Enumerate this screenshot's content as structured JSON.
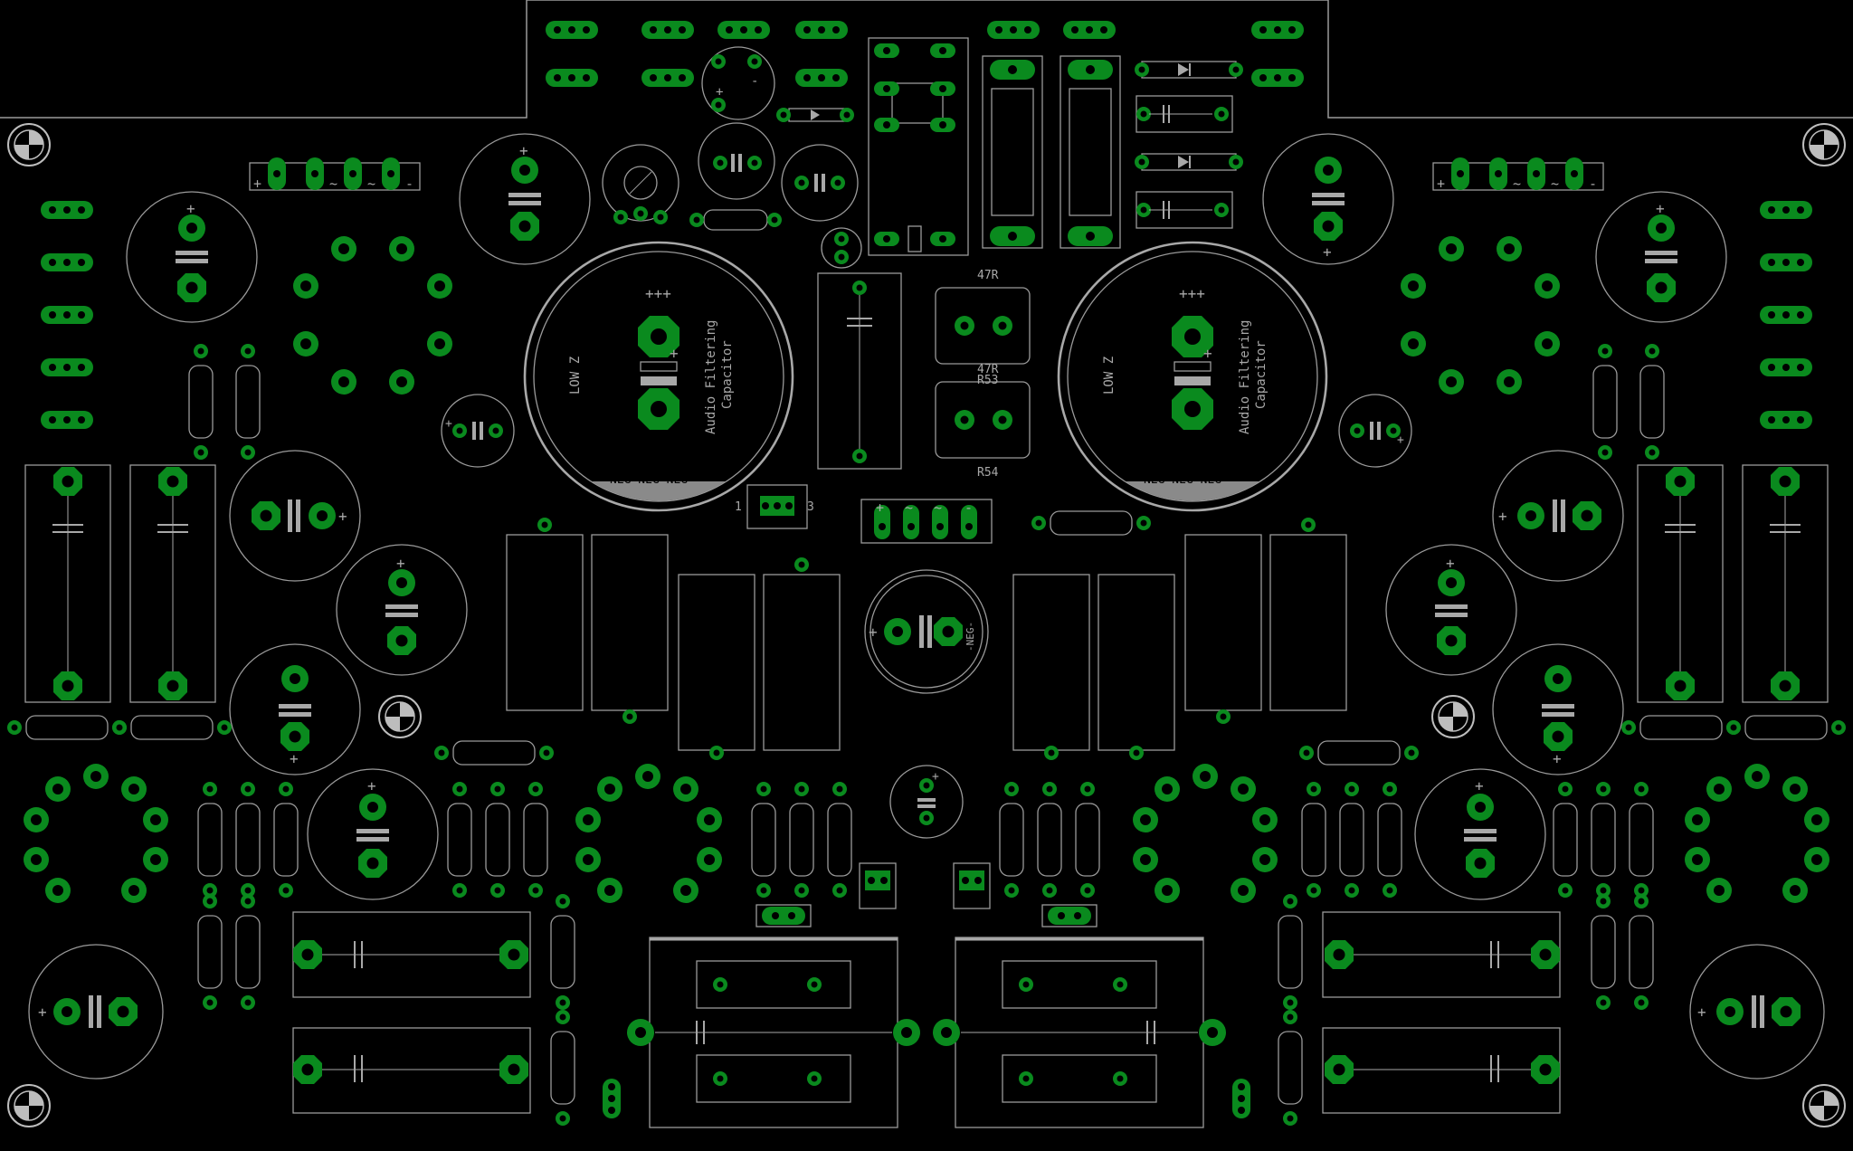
{
  "board": {
    "background": "#000000",
    "outline_color": "#9a9a9a",
    "pad_color": "#0a8a1e",
    "text_color": "#a8a8a8"
  },
  "labels": {
    "polarity_plus": "+",
    "polarity_minus": "-",
    "polarity_triple": "+++",
    "ac_symbol": "~",
    "low_z": "LOW Z",
    "audio_filtering": "Audio Filtering",
    "capacitor": "Capacitor",
    "neg_band": "NEG-NEG-NEG",
    "neg_small": "-NEG-",
    "r47": "47R",
    "r47b": "47R",
    "r53": "R53",
    "r54": "R54",
    "pin1": "1",
    "pin3": "3"
  }
}
